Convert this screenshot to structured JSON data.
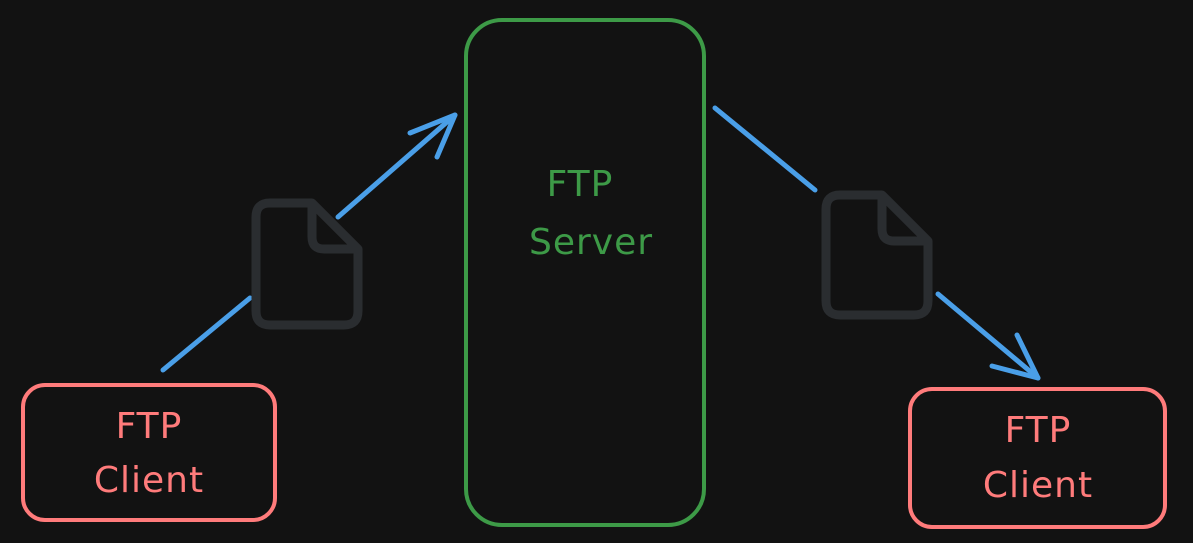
{
  "colors": {
    "background": "#121212",
    "client": "#ff7b7b",
    "server": "#3d9a47",
    "arrow": "#4a9fe8",
    "file": "#2a2d30"
  },
  "server": {
    "line1": "FTP",
    "line2": "Server"
  },
  "client_left": {
    "line1": "FTP",
    "line2": "Client"
  },
  "client_right": {
    "line1": "FTP",
    "line2": "Client"
  },
  "icons": {
    "file_left": "file-icon",
    "file_right": "file-icon"
  }
}
